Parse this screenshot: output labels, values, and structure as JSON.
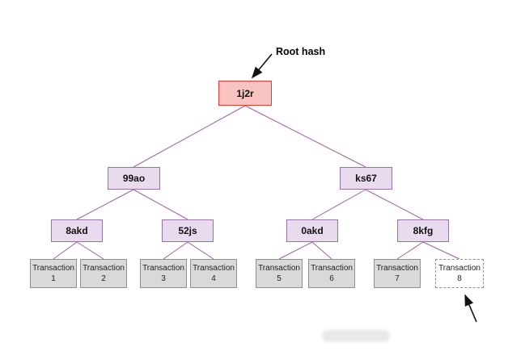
{
  "diagram": {
    "type": "merkle-tree",
    "annotations": {
      "root_hash_label": "Root hash"
    },
    "nodes": {
      "root": {
        "label": "1j2r"
      },
      "internal": [
        {
          "label": "99ao"
        },
        {
          "label": "ks67"
        },
        {
          "label": "8akd"
        },
        {
          "label": "52js"
        },
        {
          "label": "0akd"
        },
        {
          "label": "8kfg"
        }
      ],
      "leaves": [
        {
          "label": "Transaction 1",
          "style": "solid"
        },
        {
          "label": "Transaction 2",
          "style": "solid"
        },
        {
          "label": "Transaction 3",
          "style": "solid"
        },
        {
          "label": "Transaction 4",
          "style": "solid"
        },
        {
          "label": "Transaction 5",
          "style": "solid"
        },
        {
          "label": "Transaction 6",
          "style": "solid"
        },
        {
          "label": "Transaction 7",
          "style": "solid"
        },
        {
          "label": "Transaction 8",
          "style": "dashed"
        }
      ]
    },
    "colors": {
      "root_fill": "#f9c4c0",
      "root_stroke": "#e23b33",
      "hash_fill": "#e7dbed",
      "hash_stroke": "#9673a6",
      "leaf_fill": "#d9d9d9",
      "leaf_stroke": "#8f8f8f",
      "edge": "#9e5fa8",
      "arrow": "#111111"
    }
  }
}
